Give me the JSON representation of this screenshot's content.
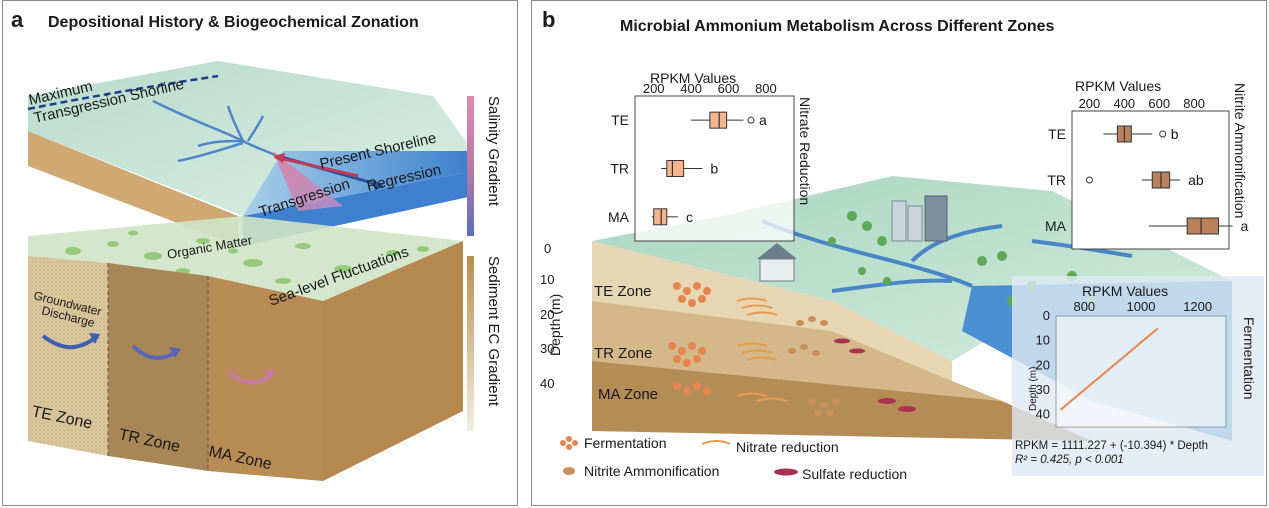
{
  "panel_a": {
    "letter": "a",
    "title": "Depositional History & Biogeochemical Zonation",
    "labels": {
      "max_shoreline_line1": "Maximum",
      "max_shoreline_line2": "Transgression Shorline",
      "present_shoreline": "Present Shoreline",
      "regression": "Regression",
      "transgression": "Transgression",
      "organic_matter": "Organic Matter",
      "sea_level": "Sea-level Fluctuations",
      "groundwater_line1": "Groundwater",
      "groundwater_line2": "Discharge",
      "salinity_gradient": "Salinity Gradient",
      "sediment_gradient": "Sediment EC Gradient"
    },
    "zones": [
      "TE Zone",
      "TR Zone",
      "MA Zone"
    ],
    "colors": {
      "salinity_top": "#d987a9",
      "salinity_bottom": "#5b6fb6",
      "sediment_top": "#b88e4b",
      "sediment_bottom": "#f2ede0"
    }
  },
  "panel_b": {
    "letter": "b",
    "title": "Microbial Ammonium Metabolism Across Different Zones",
    "depth_axis": {
      "label": "Depth (m)",
      "ticks": [
        "0",
        "10",
        "20",
        "30",
        "40"
      ]
    },
    "zone_labels": [
      "TE Zone",
      "TR Zone",
      "MA Zone"
    ],
    "legend": {
      "fermentation": "Fermentation",
      "nitrate_reduction": "Nitrate reduction",
      "nitrite_ammonification": "Nitrite Ammonification",
      "sulfate_reduction": "Sulfate reduction"
    },
    "colors": {
      "fermentation": "#e4864e",
      "nitrate": "#e89a4e",
      "nitrite": "#c9905a",
      "sulfate": "#a8334f"
    }
  },
  "chart_data": [
    {
      "type": "box",
      "title": "Nitrate Reduction",
      "xlabel": "RPKM Values",
      "x_ticks": [
        200,
        400,
        600,
        800
      ],
      "xlim": [
        100,
        950
      ],
      "categories": [
        "TE",
        "TR",
        "MA"
      ],
      "boxes": [
        {
          "name": "TE",
          "min": 400,
          "q1": 500,
          "median": 550,
          "q3": 590,
          "max": 680,
          "outliers": [
            720
          ],
          "letter": "a"
        },
        {
          "name": "TR",
          "min": 240,
          "q1": 270,
          "median": 300,
          "q3": 360,
          "max": 460,
          "outliers": [],
          "letter": "b"
        },
        {
          "name": "MA",
          "min": 190,
          "q1": 200,
          "median": 240,
          "q3": 270,
          "max": 330,
          "outliers": [],
          "letter": "c"
        }
      ],
      "box_color": "#f3b48e"
    },
    {
      "type": "box",
      "title": "Nitrite Ammonification",
      "xlabel": "RPKM Values",
      "x_ticks": [
        200,
        400,
        600,
        800
      ],
      "xlim": [
        100,
        1000
      ],
      "categories": [
        "TE",
        "TR",
        "MA"
      ],
      "boxes": [
        {
          "name": "TE",
          "min": 280,
          "q1": 360,
          "median": 400,
          "q3": 440,
          "max": 560,
          "outliers": [
            620
          ],
          "letter": "b"
        },
        {
          "name": "TR",
          "min": 500,
          "q1": 560,
          "median": 610,
          "q3": 660,
          "max": 720,
          "outliers": [
            200
          ],
          "letter": "ab"
        },
        {
          "name": "MA",
          "min": 540,
          "q1": 760,
          "median": 840,
          "q3": 940,
          "max": 1020,
          "outliers": [],
          "letter": "a"
        }
      ],
      "box_color": "#b9825a"
    },
    {
      "type": "line",
      "title": "Fermentation",
      "xlabel": "RPKM Values",
      "ylabel": "Depth (m)",
      "x_ticks": [
        800,
        1000,
        1200
      ],
      "y_ticks": [
        0,
        10,
        20,
        30,
        40
      ],
      "xlim": [
        700,
        1300
      ],
      "ylim": [
        0,
        45
      ],
      "y_inverted": true,
      "series": [
        {
          "x": [
            1111.227,
            695.467
          ],
          "y": [
            0,
            40
          ]
        }
      ],
      "equation": "RPKM = 1111.227 + (-10.394) * Depth",
      "stats": "R² = 0.425, p < 0.001",
      "line_color": "#e4864e"
    }
  ]
}
